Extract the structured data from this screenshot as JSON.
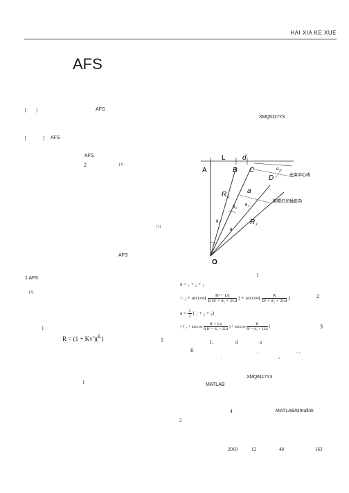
{
  "header": {
    "journal": "HAI  XIA KE XUE"
  },
  "article": {
    "title": "AFS"
  },
  "left_column": {
    "abstract_open": "[",
    "abstract_close": "]",
    "abstract_term": "AFS",
    "keywords_open": "[",
    "keywords_close": "]",
    "keywords_term": "AFS",
    "intro_term": "AFS",
    "intro_num": "2",
    "ref_1": "[1]",
    "ref_2": "[2]",
    "para_term": "AFS",
    "section_heading": "1   AFS",
    "ref_3": "[3]",
    "eq_label_1": "1",
    "eq_r": "R = (1 + Kv",
    "eq_r_sup": "2",
    "eq_r_mid": ")(",
    "eq_r_frac_num": "L",
    "eq_r_close": ")",
    "eq_r_no": "1",
    "eq_label_2": "1"
  },
  "right_column": {
    "model_code": "XMQ6117Y3",
    "diagram": {
      "labels": {
        "L": "L",
        "d": "d",
        "A": "A",
        "B": "B",
        "C": "C",
        "D": "D",
        "R1": "R",
        "R1_sub": "1",
        "a": "a",
        "R2": "R",
        "R2_sub": "2",
        "O": "O",
        "theta1": "θ",
        "theta1_sub": "1",
        "theta2": "θ",
        "theta2_sub": "2",
        "theta3": "θ",
        "theta3_sub": "3",
        "alpha1": "α",
        "alpha1_sub": "1",
        "alpha2": "θ",
        "annot_1": "光束中心线",
        "annot_2": "前照灯光轴走向"
      }
    },
    "figure_caption": "1",
    "eq2_line1": "a",
    "eq2_line1_rest": " = ₁ + ₂ + ₃",
    "eq2_line2_lead": "= ₁ + arccos(",
    "eq2_frac1_num": "R",
    "eq2_frac1_num_rest": "² + Ld",
    "eq2_frac1_den": "R  R",
    "eq2_frac1_den_rest": "² + d₂ + 2Ld",
    "eq2_mid": ") + arccos(",
    "eq2_frac2_num": "R",
    "eq2_frac2_den": "R",
    "eq2_frac2_den_rest": "² + d₂ + 2Ld",
    "eq2_close": ")",
    "eq2_no": "2",
    "eq3_line1_lead": "a",
    "eq3_line1_eq": " = ",
    "eq3_half_num": "1",
    "eq3_half_den": "2",
    "eq3_line1_rest": "( ₁ + ₂ + ₃)",
    "eq3_line2_lead": "= ",
    "eq3_line2_body": "[ ₁ + arccos",
    "eq3_frac1_num": "R",
    "eq3_frac1_num_rest": "² + Ld",
    "eq3_frac1_den": "R",
    "eq3_frac1_den_rest": "  R² + d₂ + 2Ld",
    "eq3_mid": ") + arccos",
    "eq3_frac2_num": "R",
    "eq3_frac2_den": "R",
    "eq3_frac2_den_rest": "² + d₂ + 2Ld",
    "eq3_close": "]",
    "eq3_no": "3",
    "vars_L": "L",
    "vars_d": "d",
    "vars_a": "a",
    "vars_R": "R",
    "marks_1": ",",
    "marks_2": "₁  ₂",
    "marks_3": "'",
    "marks_4": "°",
    "model_code_2": "XMQ6117Y3",
    "software": "MATLAB",
    "fig_ref": "4",
    "software_2": "MATLAB/simulink",
    "num_2": "2"
  },
  "footer": {
    "year": "2010",
    "month": "12",
    "issue": "48",
    "page": "163"
  }
}
